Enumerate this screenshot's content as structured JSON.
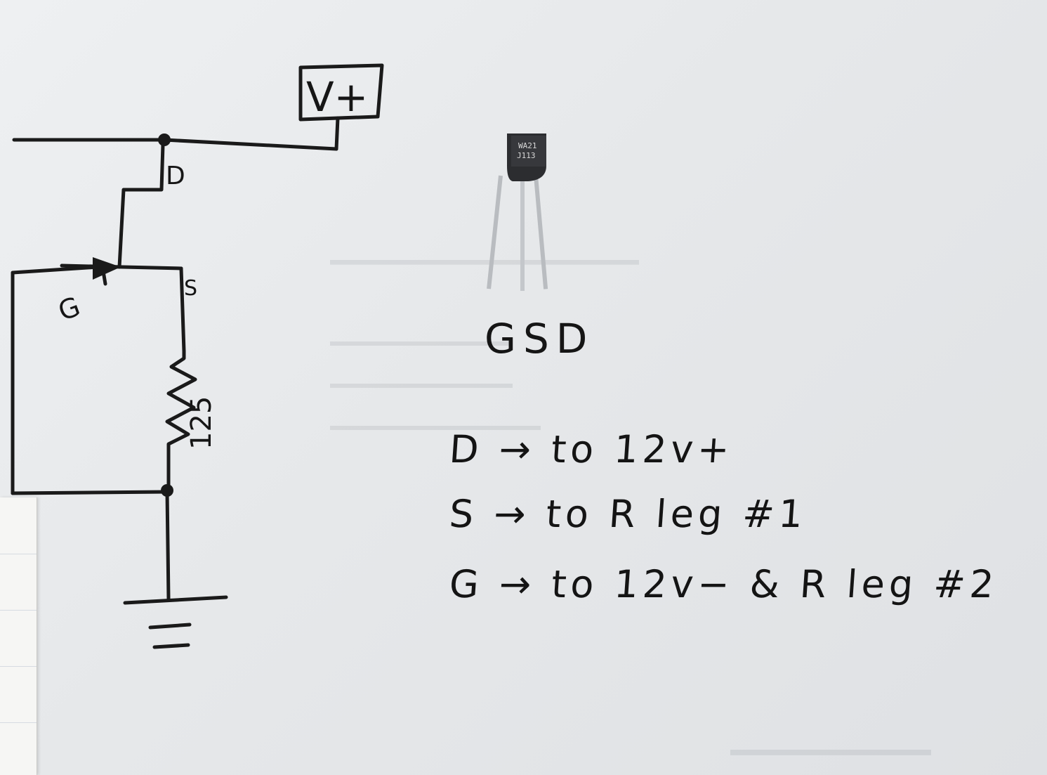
{
  "schematic": {
    "supply_label": "V+",
    "drain_label": "D",
    "gate_label": "G",
    "source_label": "S",
    "resistor_value": "125"
  },
  "component": {
    "marking_line1": "WA21",
    "marking_line2": "J113"
  },
  "pin_order": "GSD",
  "connections": [
    "D → to 12v+",
    "S → to R leg #1",
    "G → to 12v− & R leg #2"
  ]
}
